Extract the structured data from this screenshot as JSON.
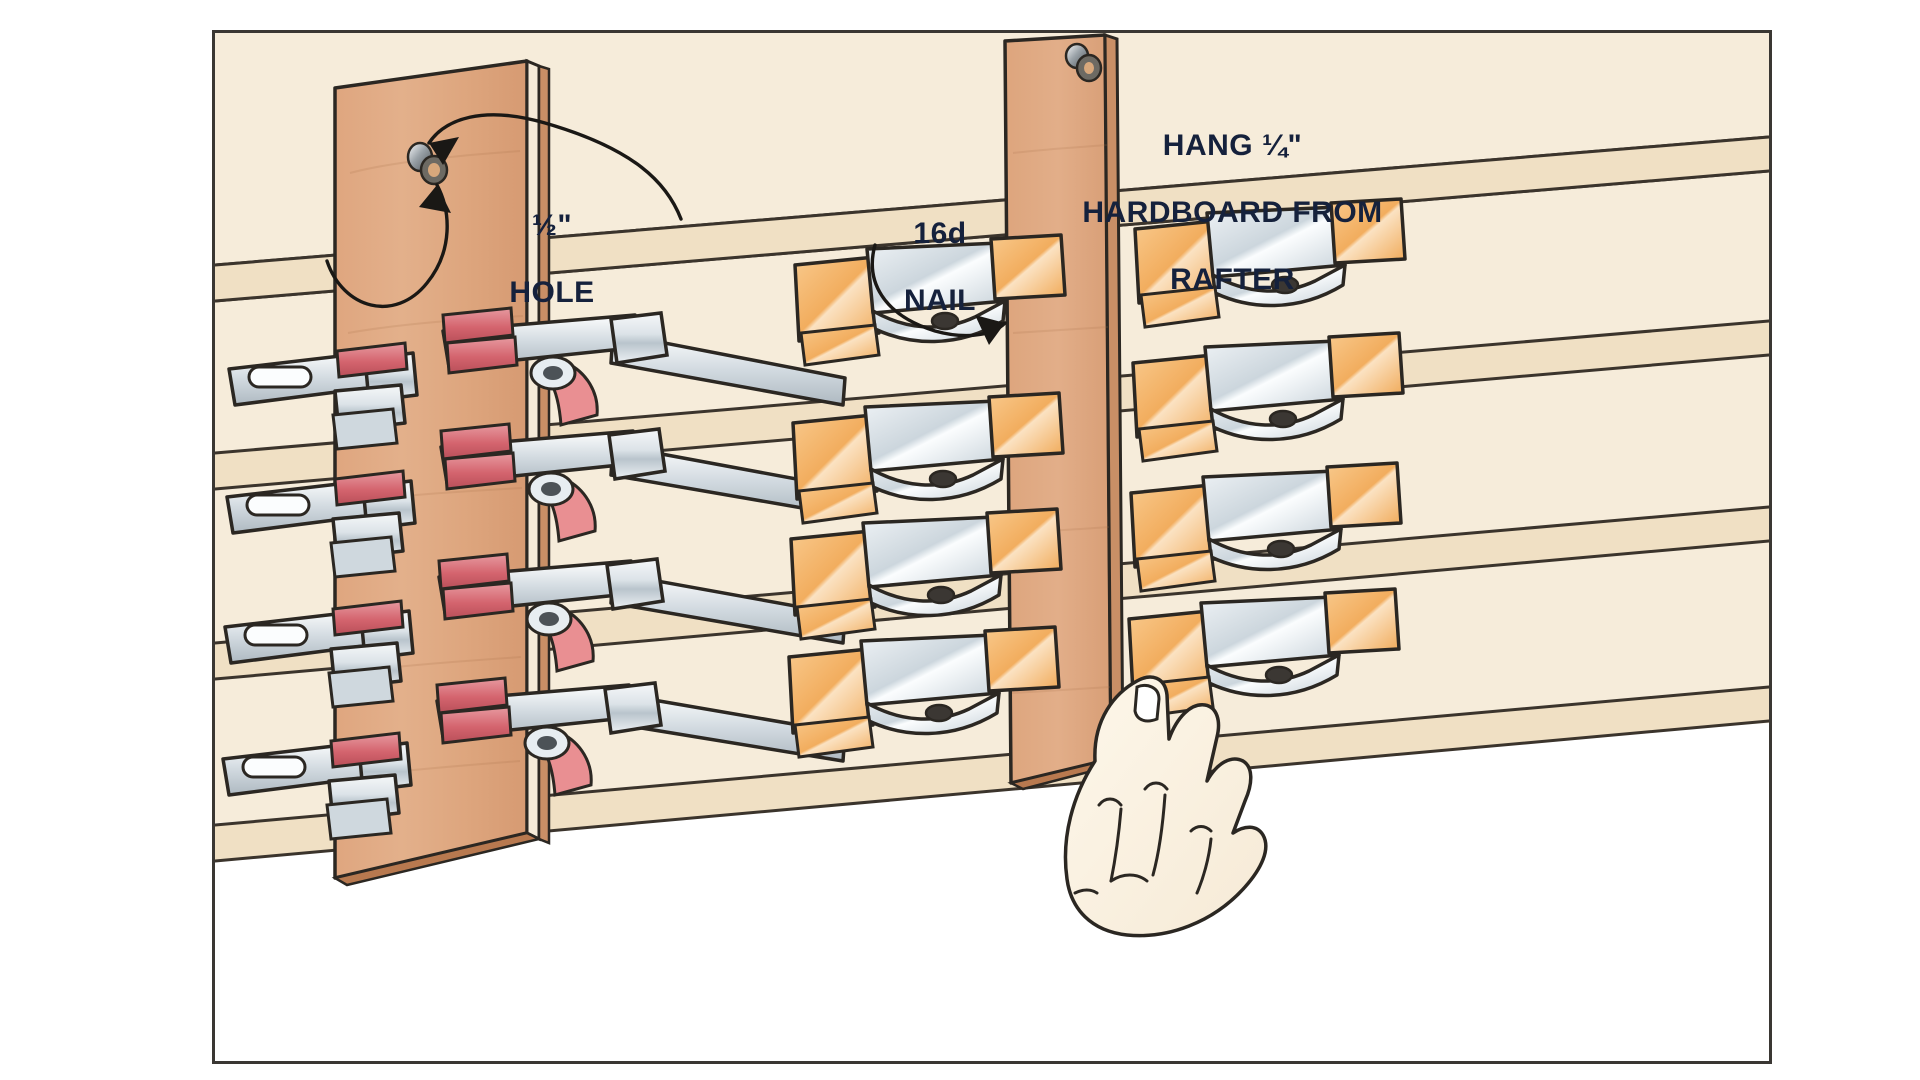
{
  "illustration": {
    "title": "Clamp storage rack made from hardboard hung from rafters",
    "type": "technical-how-to-illustration",
    "frame": {
      "border_color": "#3a3733",
      "background": "#ffffff"
    }
  },
  "annotations": [
    {
      "id": "hole",
      "text": "½\"\nHOLE",
      "line1": "½\"",
      "line2": "HOLE",
      "points_to": "drilled hole and nail in left hardboard panel",
      "leader": "curved-arrow-double-headed"
    },
    {
      "id": "nail",
      "text": "16d\nNAIL",
      "line1": "16d",
      "line2": "NAIL",
      "points_to": "nail driven through hole in left hardboard panel",
      "leader": "curved-arrow"
    },
    {
      "id": "hang",
      "text": "HANG ¼\"\nHARDBOARD FROM\nRAFTER",
      "line1": "HANG ¼\"",
      "line2": "HARDBOARD FROM",
      "line3": "RAFTER",
      "points_to": "right hardboard panel hanging from ceiling rafter",
      "leader": "curved-arrow"
    }
  ],
  "colors": {
    "background_wall": "#f6ecda",
    "rafter_light": "#f2e3cb",
    "rafter_shadow": "#e9d7ba",
    "hardboard_face": "#e0ab85",
    "hardboard_edge": "#c98f66",
    "hardboard_dark_edge": "#8a5a38",
    "outline": "#2b2722",
    "clamp_metal_light": "#f1f3f5",
    "clamp_metal_mid": "#c9d2d8",
    "clamp_metal_shadow": "#9aa6ae",
    "clamp_pad_red": "#d4646e",
    "clamp_pad_pink": "#e98f92",
    "spring_clamp_orange": "#f2ad5e",
    "spring_clamp_orange_light": "#f8c98c",
    "skin": "#fbf3e4",
    "label_text": "#15213c"
  },
  "scene": {
    "panels": [
      {
        "name": "left-hardboard-panel",
        "thickness_label": "¼\" hardboard",
        "clamp_columns": 2,
        "clamps_per_column": 4,
        "clamp_type": "bar-clamp"
      },
      {
        "name": "right-hardboard-panel",
        "thickness_label": "¼\" hardboard",
        "clamp_columns": 2,
        "clamps_per_column": 4,
        "clamp_type": "spring-clamp"
      }
    ],
    "fasteners": [
      {
        "name": "nail-left-panel",
        "type": "16d nail",
        "hole": "½\" hole"
      },
      {
        "name": "nail-right-panel",
        "type": "16d nail",
        "hole": "½\" hole"
      }
    ],
    "hand": {
      "name": "hand",
      "action": "reaching for a clamp on right panel"
    },
    "rafters": {
      "count": 5,
      "orientation": "diagonal, receding to upper-left"
    }
  }
}
